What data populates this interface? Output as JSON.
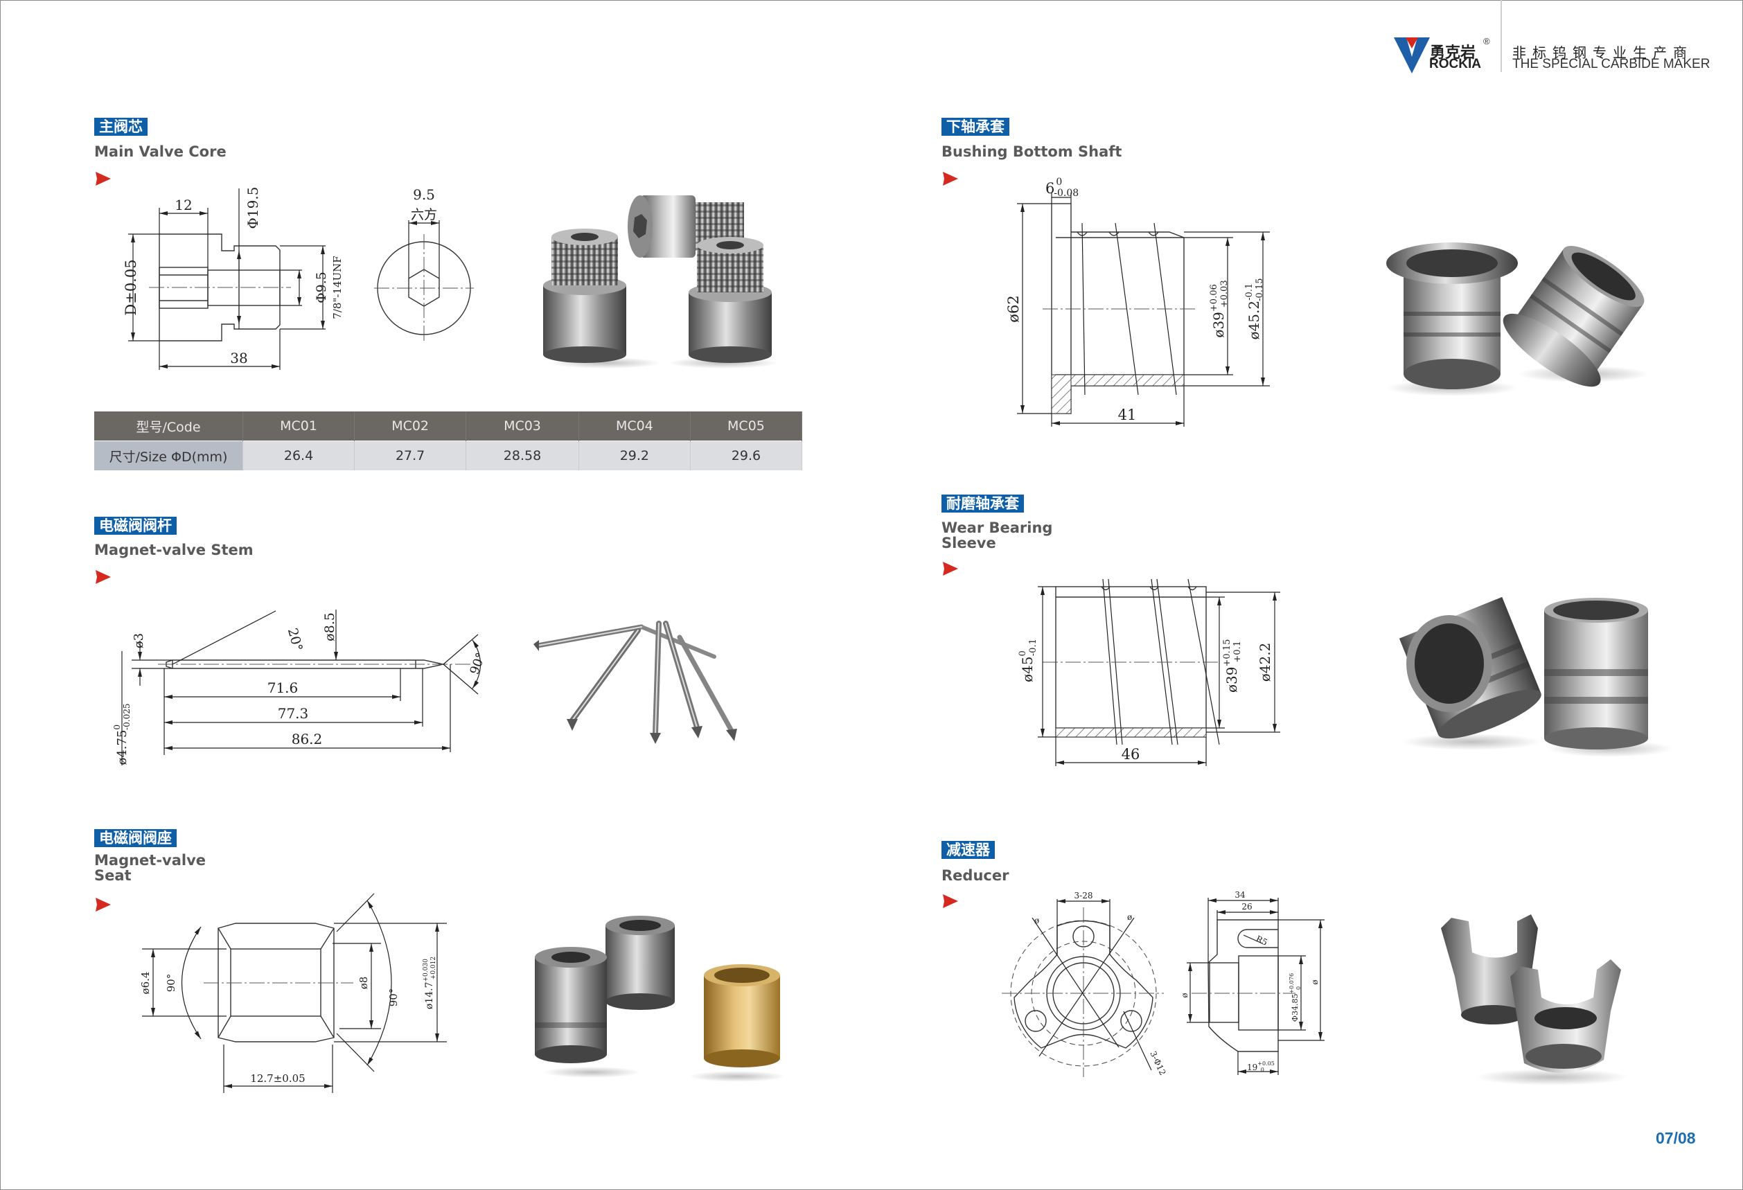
{
  "header": {
    "logo_cn": "勇克岩",
    "logo_en": "ROCKIA",
    "registered": "®",
    "tagline_cn": "非标钨钢专业生产商",
    "tagline_en": "THE SPECIAL CARBIDE MAKER"
  },
  "colors": {
    "tag": "#0e5ea8",
    "chevron": "#d42a20",
    "page_number": "#1b6cb3",
    "table_header": "#6b6864"
  },
  "sections": {
    "main_valve_core": {
      "tag": "主阀芯",
      "title": "Main Valve Core",
      "dims": {
        "d12": "12",
        "d19": "Φ19.5",
        "dD": "D±0.05",
        "d95": "Φ9.5",
        "unf": "7/8\"-14UNF",
        "d38": "38",
        "hex_w": "9.5",
        "hex": "六方"
      },
      "table": {
        "header_label": "型号/Code",
        "codes": [
          "MC01",
          "MC02",
          "MC03",
          "MC04",
          "MC05"
        ],
        "row_label": "尺寸/Size ΦD(mm)",
        "sizes": [
          "26.4",
          "27.7",
          "28.58",
          "29.2",
          "29.6"
        ]
      }
    },
    "magnet_valve_stem": {
      "tag": "电磁阀阀杆",
      "title": "Magnet-valve  Stem",
      "dims": {
        "d3": "ø3",
        "a20": "20°",
        "d85": "ø8.5",
        "a90": "90°",
        "l716": "71.6",
        "l773": "77.3",
        "l862": "86.2",
        "d475": "ø4.75",
        "d475_up": "0",
        "d475_lo": "-0.025"
      }
    },
    "magnet_valve_seat": {
      "tag": "电磁阀阀座",
      "title": "Magnet-valve\nSeat",
      "dims": {
        "d64": "ø6.4",
        "a90l": "90°",
        "d8": "ø8",
        "a90r": "90°",
        "d147": "ø14.7",
        "d147_up": "+0.030",
        "d147_lo": "+0.012",
        "l127": "12.7±0.05"
      }
    },
    "bushing_bottom_shaft": {
      "tag": "下轴承套",
      "title": "Bushing Bottom Shaft",
      "dims": {
        "w6": "6",
        "w6_up": "0",
        "w6_lo": "-0.08",
        "d62": "ø62",
        "d39": "ø39",
        "d39_up": "+0.06",
        "d39_lo": "+0.03",
        "d452": "ø45.2",
        "d452_up": "-0.1",
        "d452_lo": "-0.15",
        "l41": "41"
      }
    },
    "wear_bearing_sleeve": {
      "tag": "耐磨轴承套",
      "title": "Wear Bearing\nSleeve",
      "dims": {
        "d45": "ø45",
        "d45_up": "0",
        "d45_lo": "-0.1",
        "d39": "ø39",
        "d39_up": "+0.15",
        "d39_lo": "+0.1",
        "d422": "ø42.2",
        "l46": "46"
      }
    },
    "reducer": {
      "tag": "减速器",
      "title": "Reducer",
      "dims": {
        "c328": "3-28",
        "phi": "ø",
        "l34": "34",
        "l26": "26",
        "r5": "R5",
        "d3485": "Φ34.85",
        "d3485_up": "+0.076",
        "d3485_lo": "0",
        "l19": "19",
        "l19_up": "+0.05",
        "l19_lo": "0",
        "h312": "3-Φ12"
      }
    }
  },
  "page_number": "07/08"
}
